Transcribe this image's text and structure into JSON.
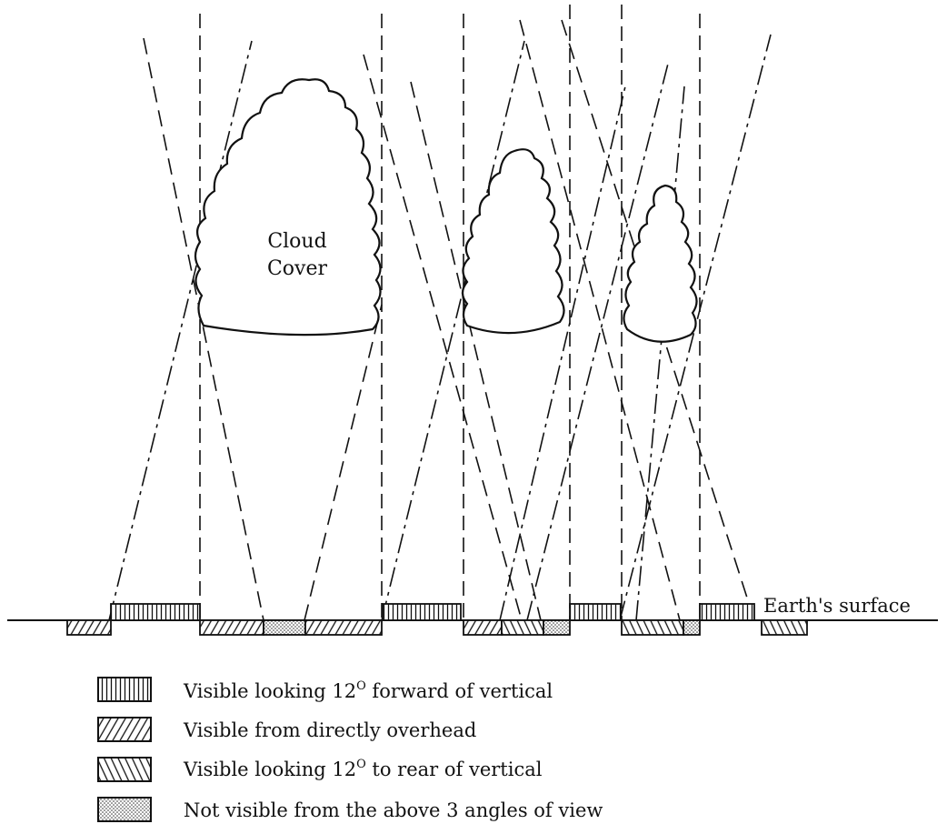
{
  "labels": {
    "cloud_line1": "Cloud",
    "cloud_line2": "Cover",
    "surface": "Earth's surface"
  },
  "legend": [
    {
      "pattern": "vertical-hatch",
      "prefix": "Visible looking 12",
      "sup": "O",
      "suffix": " forward of vertical"
    },
    {
      "pattern": "forward-diagonal-hatch",
      "prefix": "Visible from directly overhead",
      "sup": "",
      "suffix": ""
    },
    {
      "pattern": "back-diagonal-hatch",
      "prefix": "Visible looking 12",
      "sup": "O",
      "suffix": " to rear of vertical"
    },
    {
      "pattern": "dot-stipple",
      "prefix": "Not visible from the above 3 angles of view",
      "sup": "",
      "suffix": ""
    }
  ]
}
